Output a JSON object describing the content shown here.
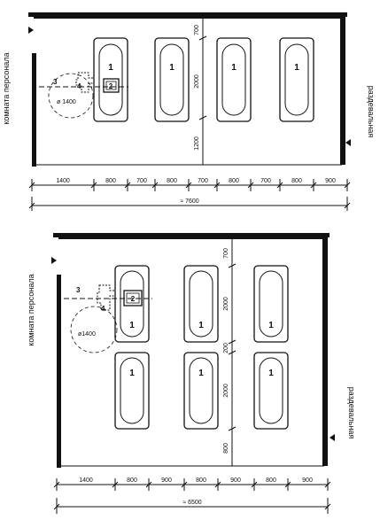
{
  "plan1": {
    "staff_room": "комната персонала",
    "changing_room": "раздевальная",
    "tub_label": "1",
    "tub_labels": [
      "1",
      "1",
      "1",
      "1"
    ],
    "label_2": "2",
    "label_3": "3",
    "label_4": "4",
    "diameter": "ø 1400",
    "vertical_dims": [
      "700",
      "2000",
      "1200"
    ],
    "horizontal_dims": [
      "1400",
      "800",
      "700",
      "800",
      "700",
      "800",
      "700",
      "800",
      "900"
    ],
    "total_width": "≈ 7600"
  },
  "plan2": {
    "staff_room": "комната персонала",
    "changing_room": "раздевальная",
    "tub_labels_top": [
      "1",
      "1",
      "1"
    ],
    "tub_labels_bottom": [
      "1",
      "1",
      "1"
    ],
    "label_2": "2",
    "label_3": "3",
    "label_4": "4",
    "diameter": "ø1400",
    "vertical_dims": [
      "700",
      "2000",
      "200",
      "2000",
      "800"
    ],
    "horizontal_dims": [
      "1400",
      "800",
      "900",
      "800",
      "900",
      "800",
      "900"
    ],
    "total_width": "≈ 6500"
  }
}
